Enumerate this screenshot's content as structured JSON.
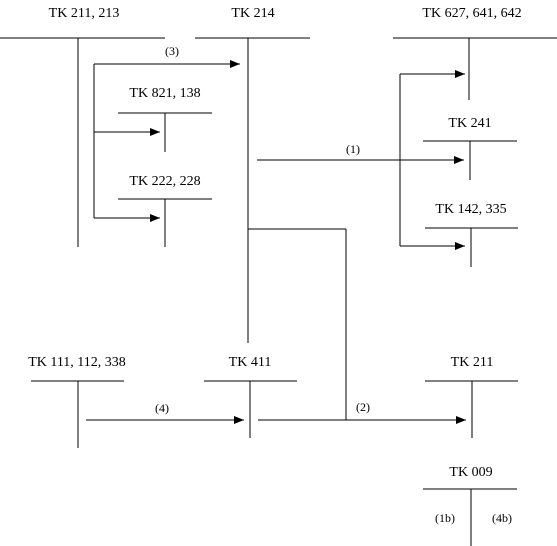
{
  "accounts": {
    "tk_211_213": "TK 211, 213",
    "tk_214": "TK 214",
    "tk_627_641_642": "TK 627, 641, 642",
    "tk_821_138": "TK 821, 138",
    "tk_241": "TK 241",
    "tk_222_228": "TK 222, 228",
    "tk_142_335": "TK 142, 335",
    "tk_111_112_338": "TK 111, 112, 338",
    "tk_411": "TK 411",
    "tk_211": "TK 211",
    "tk_009": "TK 009"
  },
  "flows": {
    "f1": "(1)",
    "f2": "(2)",
    "f3": "(3)",
    "f4": "(4)"
  },
  "tk009_entries": {
    "left": "(1b)",
    "right": "(4b)"
  },
  "colors": {
    "line": "#000000",
    "background": "#ffffff"
  }
}
